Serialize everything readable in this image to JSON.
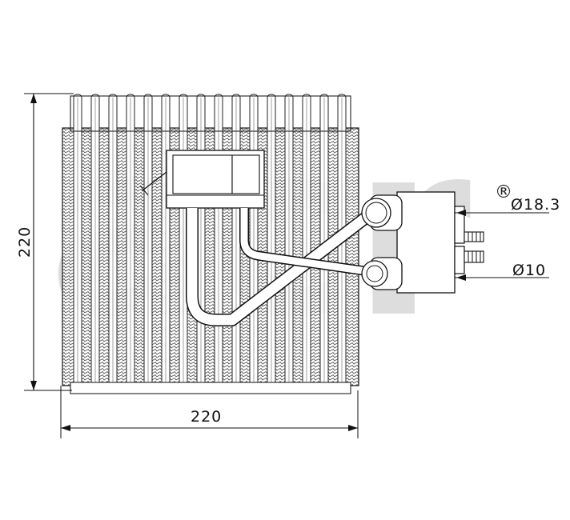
{
  "drawing": {
    "subject": "evaporator-core",
    "colors": {
      "line": "#111111",
      "fill_shade": "#cccccc",
      "watermark": "#d9d9d9",
      "background": "#ffffff"
    }
  },
  "dimensions": {
    "width_label": "220",
    "height_label": "220",
    "outlet_diameter_label": "Ø18.3",
    "inlet_diameter_label": "Ø10"
  },
  "watermark": {
    "brand": "acr",
    "registered_mark": "®"
  }
}
